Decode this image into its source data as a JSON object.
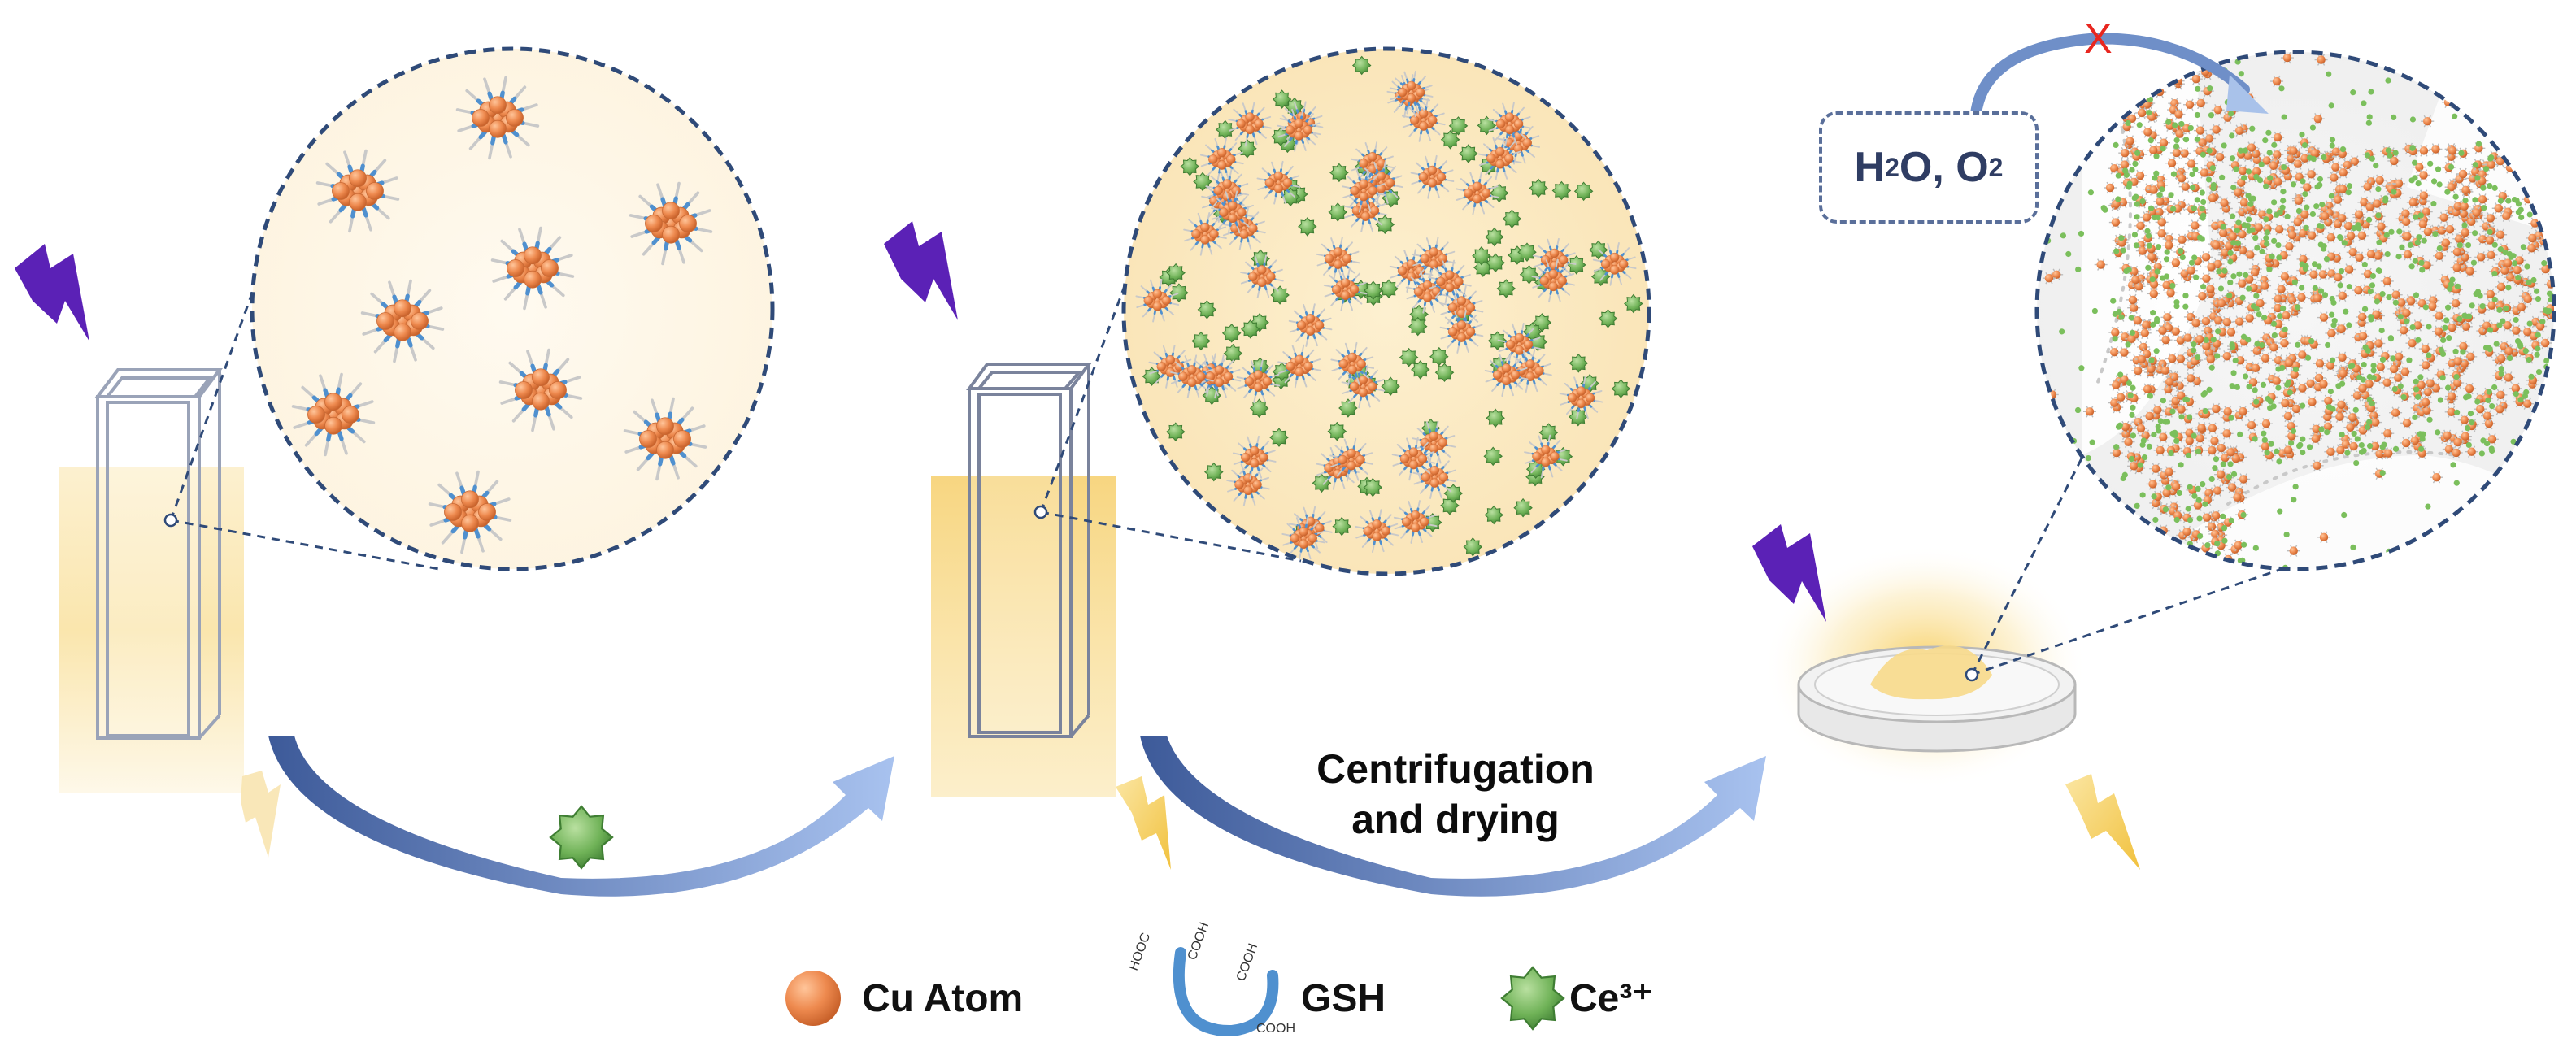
{
  "process": {
    "step_label_line1": "Centrifugation",
    "step_label_line2": "and drying"
  },
  "barrier": {
    "species": "H₂O, O₂",
    "blocked_mark": "X"
  },
  "legend": [
    {
      "label": "Cu Atom",
      "icon": "copper-atom-sphere",
      "color": "#ee8a4f"
    },
    {
      "label": "GSH",
      "icon": "glutathione-ligand-arc",
      "color": "#4f90cf"
    },
    {
      "label": "Ce³⁺",
      "icon": "cerium-ion-star",
      "color": "#5ea548"
    }
  ],
  "ligand_labels": [
    "HOOC",
    "COOH",
    "COOH",
    "COOH"
  ],
  "colors": {
    "cu": "#ee8a4f",
    "gsh": "#4f90cf",
    "ce": "#5ea548",
    "circle_border": "#2f4a78",
    "arrow": "#6f8fce",
    "glow": "#f6d16a",
    "uv_bolt": "#5b21b6",
    "emission_bolt": "#f3c84a"
  }
}
